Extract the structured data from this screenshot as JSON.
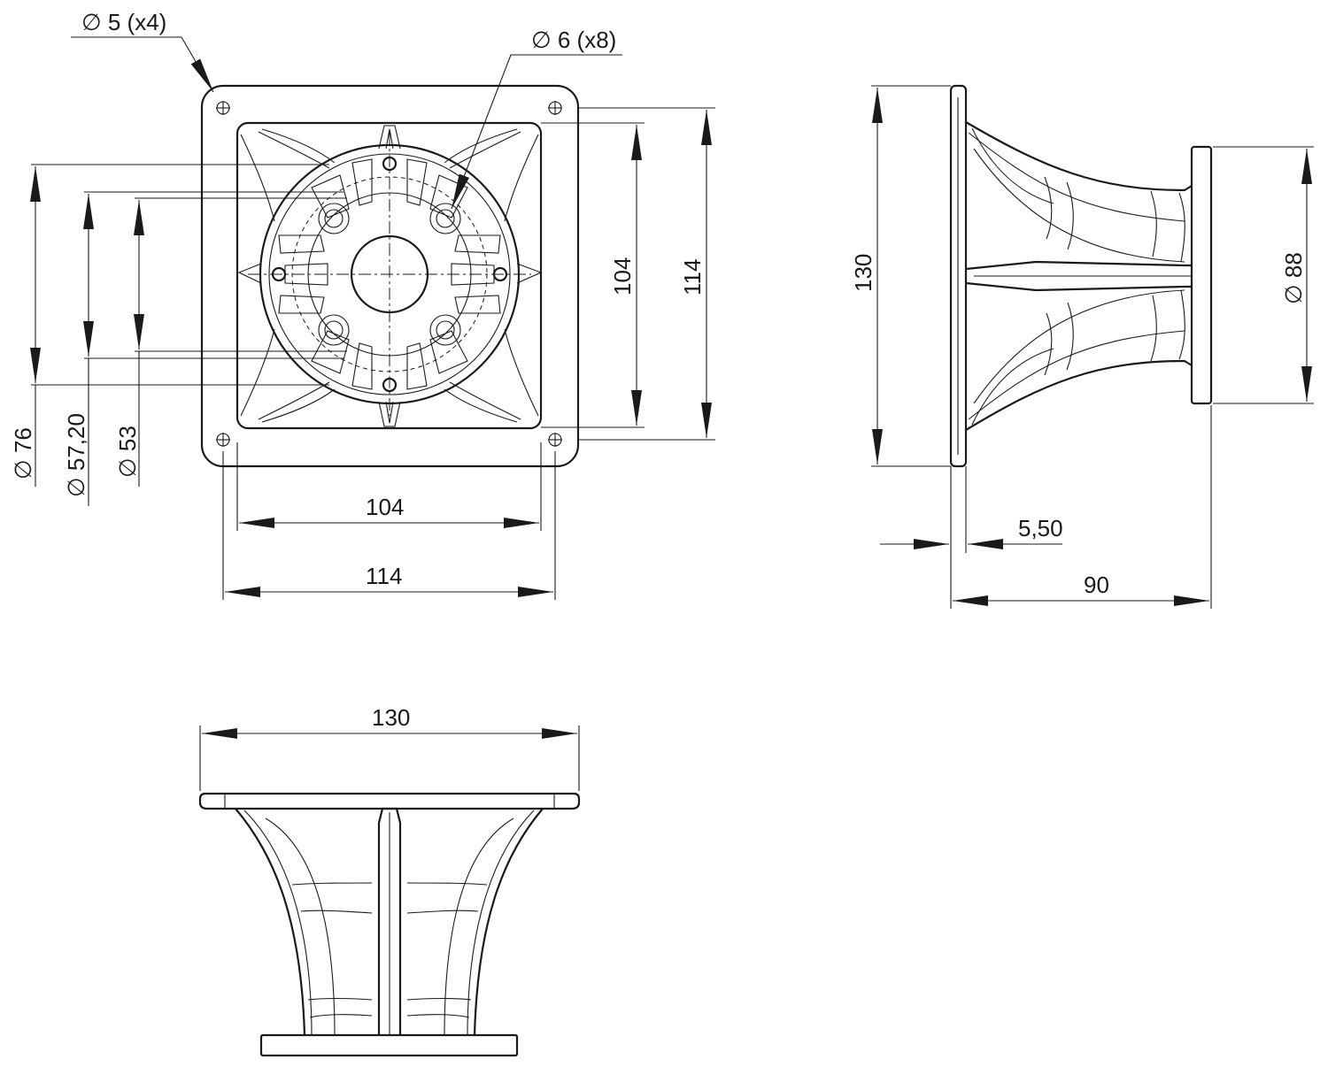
{
  "front_view": {
    "callout_mount_holes": "∅ 5 (x4)",
    "callout_driver_holes": "∅ 6 (x8)",
    "dim_inner_width": "104",
    "dim_outer_width": "114",
    "dim_inner_height": "104",
    "dim_outer_height": "114",
    "dim_dia_76": "∅ 76",
    "dim_dia_57": "∅ 57,20",
    "dim_dia_53": "∅ 53"
  },
  "side_view": {
    "dim_height": "130",
    "dim_throat": "∅ 88",
    "dim_flange": "5,50",
    "dim_depth": "90"
  },
  "top_view": {
    "dim_width": "130"
  }
}
